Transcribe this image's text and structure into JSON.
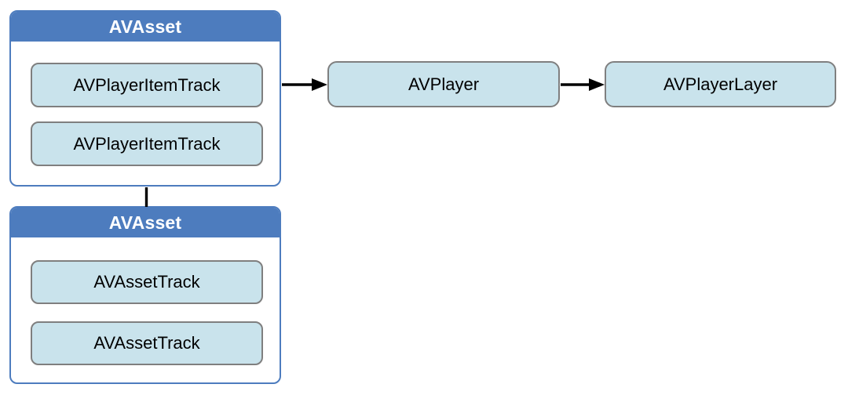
{
  "diagram": {
    "groups": [
      {
        "title": "AVAsset",
        "items": [
          "AVPlayerItemTrack",
          "AVPlayerItemTrack"
        ]
      },
      {
        "title": "AVAsset",
        "items": [
          "AVAssetTrack",
          "AVAssetTrack"
        ]
      }
    ],
    "nodes": [
      {
        "label": "AVPlayer"
      },
      {
        "label": "AVPlayerLayer"
      }
    ],
    "connectors": [
      {
        "type": "arrow-right",
        "from": "AVAsset (top group)",
        "to": "AVPlayer"
      },
      {
        "type": "arrow-right",
        "from": "AVPlayer",
        "to": "AVPlayerLayer"
      },
      {
        "type": "line-vertical",
        "from": "AVAsset (top group)",
        "to": "AVAsset (bottom group)"
      }
    ],
    "colors": {
      "header_blue": "#4D7CBE",
      "box_fill": "#C9E3EC",
      "box_border": "#7F7F7F",
      "connector": "#000000",
      "background": "#FFFFFF"
    }
  }
}
